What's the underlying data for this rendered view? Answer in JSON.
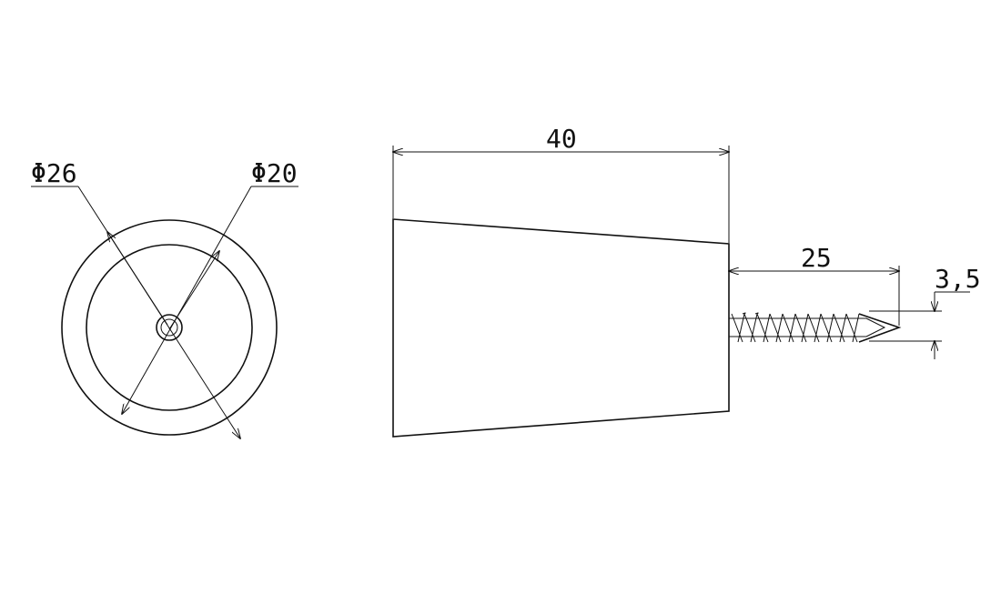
{
  "front_view": {
    "outer_diameter_label": "Φ26",
    "inner_diameter_label": "Φ20"
  },
  "side_view": {
    "length_label": "40",
    "screw_length_label": "25",
    "screw_diameter_label": "3,5"
  }
}
